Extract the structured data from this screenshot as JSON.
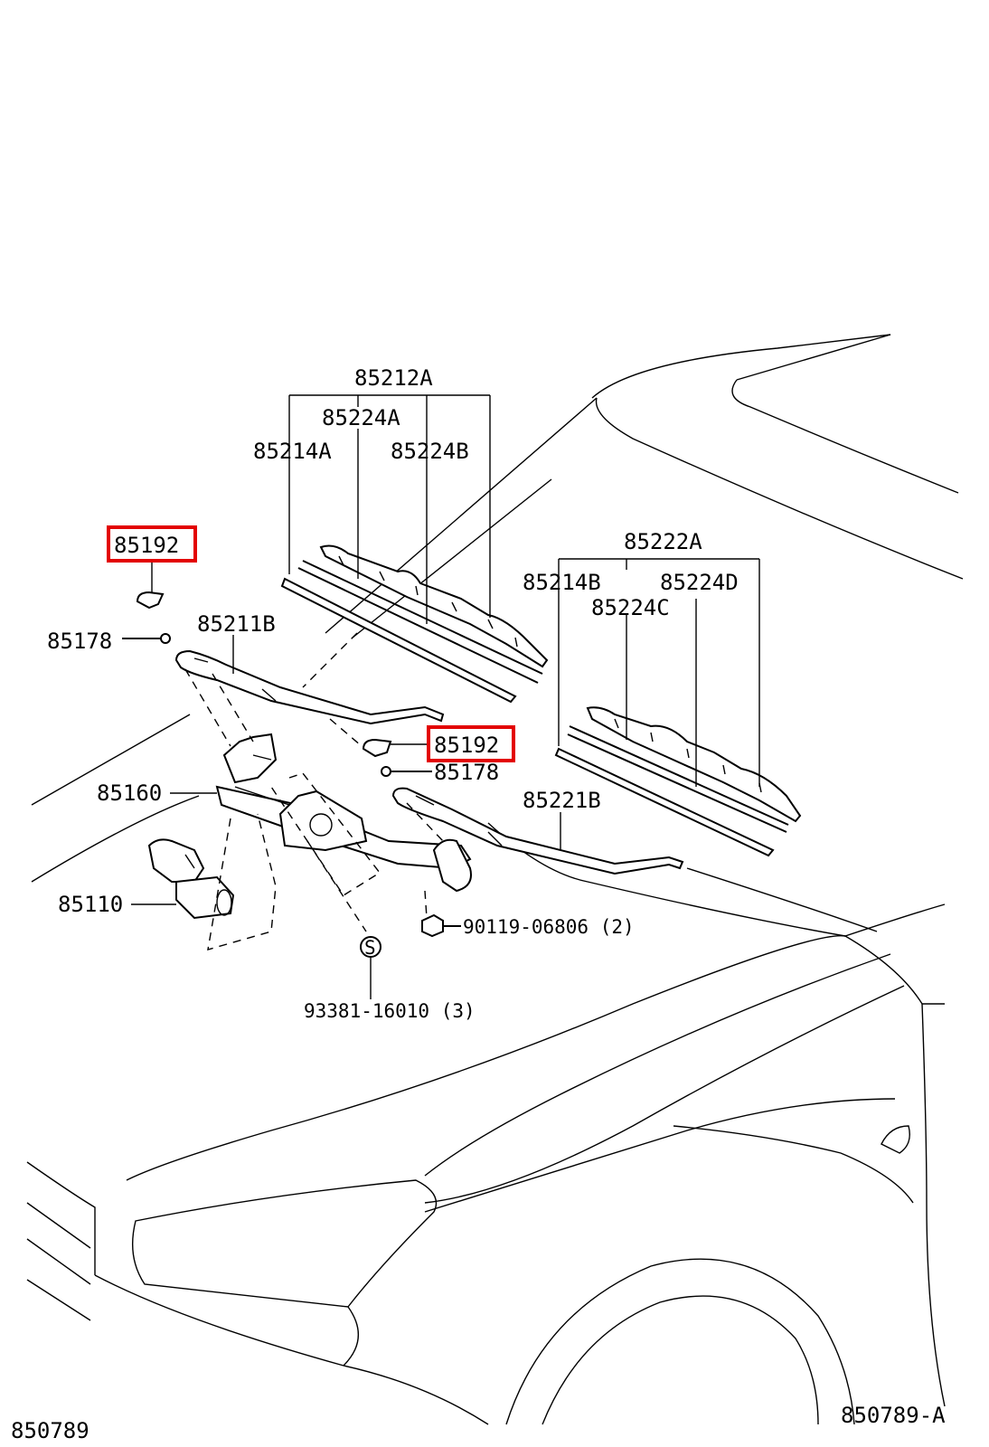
{
  "diagram": {
    "labels": {
      "p85212A": "85212A",
      "p85224A": "85224A",
      "p85214A": "85214A",
      "p85224B": "85224B",
      "p85222A": "85222A",
      "p85214B": "85214B",
      "p85224D": "85224D",
      "p85224C": "85224C",
      "p85192_left": "85192",
      "p85192_right": "85192",
      "p85178_left": "85178",
      "p85178_right": "85178",
      "p85211B": "85211B",
      "p85221B": "85221B",
      "p85160": "85160",
      "p85110": "85110",
      "p90119": "90119-06806 (2)",
      "p93381": "93381-16010 (3)",
      "s_marker": "S"
    },
    "footer": {
      "left_code": "850789",
      "right_code": "850789-A"
    },
    "highlight_color": "#e30000"
  }
}
